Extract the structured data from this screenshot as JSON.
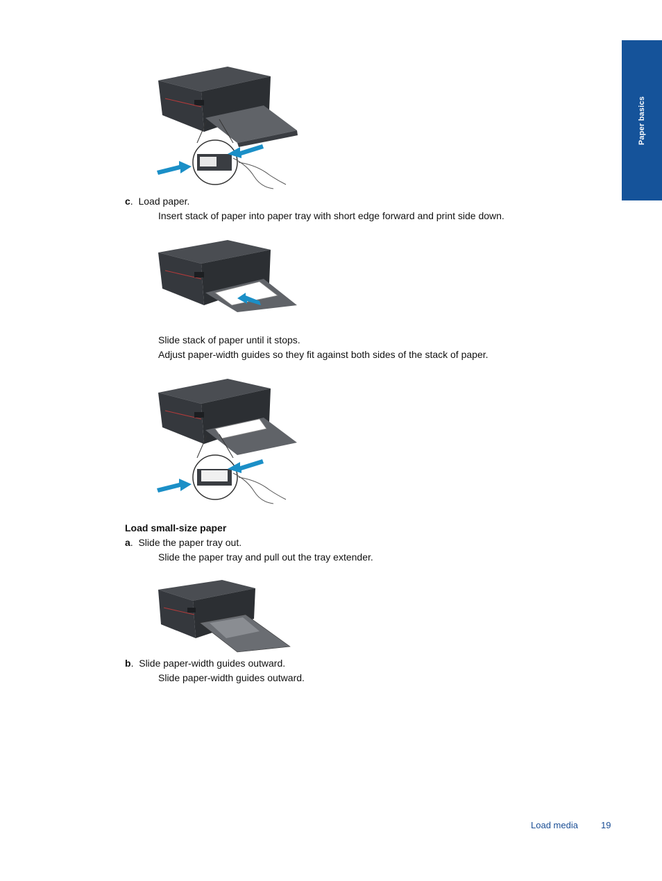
{
  "side_tab": {
    "label": "Paper basics"
  },
  "steps": {
    "c": {
      "letter": "c",
      "title": "Load paper.",
      "line1": "Insert stack of paper into paper tray with short edge forward and print side down."
    },
    "c_after": {
      "line1": "Slide stack of paper until it stops.",
      "line2": "Adjust paper-width guides so they fit against both sides of the stack of paper."
    },
    "section": {
      "heading": "Load small-size paper"
    },
    "a": {
      "letter": "a",
      "title": "Slide the paper tray out.",
      "line1": "Slide the paper tray and pull out the tray extender."
    },
    "b": {
      "letter": "b",
      "title": "Slide paper-width guides outward.",
      "line1": "Slide paper-width guides outward."
    }
  },
  "footer": {
    "section": "Load media",
    "page": "19"
  },
  "colors": {
    "tab_blue": "#15539a",
    "arrow_blue": "#1b8fc7",
    "printer_dark": "#3b3e43"
  }
}
